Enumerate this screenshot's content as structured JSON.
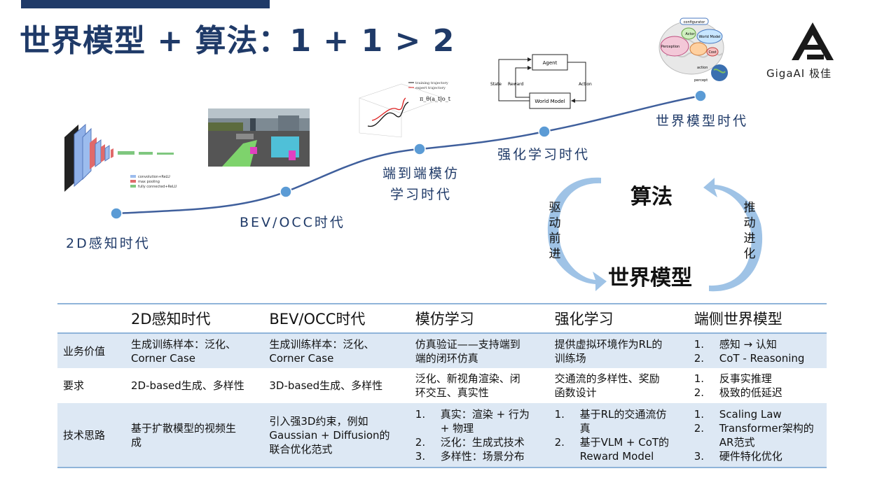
{
  "title": "世界模型 + 算法：1 + 1 > 2",
  "logo": {
    "text": "GigaAI 极佳"
  },
  "timeline": {
    "eras": [
      "2D感知时代",
      "BEV/OCC时代",
      "端到端模仿学习时代",
      "强化学习时代",
      "世界模型时代"
    ],
    "era_lines": [
      [
        "2D感知时代"
      ],
      [
        "BEV/OCC时代"
      ],
      [
        "端到端模仿",
        "学习时代"
      ],
      [
        "强化学习时代"
      ],
      [
        "世界模型时代"
      ]
    ],
    "line_color": "#3f5f9c",
    "dot_color": "#5b9bd5"
  },
  "rl_diagram": {
    "agent": "Agent",
    "world_model": "World Model",
    "state": "State",
    "reward": "Reward",
    "action": "Action"
  },
  "e2e_plot": {
    "legend1": "training trajectory",
    "legend2": "expert trajectory",
    "formula": "π_θ(a_t|o_t)"
  },
  "brain": {
    "labels": [
      "configurator",
      "World Model",
      "Perception",
      "Actor",
      "Cost",
      "action",
      "percept"
    ]
  },
  "cnn_legend": [
    "convolution+ReLU",
    "max pooling",
    "fully connected+ReLU"
  ],
  "cycle": {
    "top": "算法",
    "bottom": "世界模型",
    "left": "驱动前进",
    "right": "推动进化",
    "arrow_color": "#9fc3e6"
  },
  "table": {
    "headers": [
      "",
      "2D感知时代",
      "BEV/OCC时代",
      "模仿学习",
      "强化学习",
      "端侧世界模型"
    ],
    "rows": [
      {
        "label": "业务价值",
        "cells": [
          {
            "lines": [
              "生成训练样本：泛化、",
              "Corner Case"
            ]
          },
          {
            "lines": [
              "生成训练样本：泛化、",
              "Corner Case"
            ]
          },
          {
            "lines": [
              "仿真验证——支持端到",
              "端的闭环仿真"
            ]
          },
          {
            "lines": [
              "提供虚拟环境作为RL的",
              "训练场"
            ]
          },
          {
            "list": [
              [
                "1.",
                "感知 → 认知"
              ],
              [
                "2.",
                "CoT - Reasoning"
              ]
            ]
          }
        ]
      },
      {
        "label": "要求",
        "cells": [
          {
            "lines": [
              "2D-based生成、多样性"
            ]
          },
          {
            "lines": [
              "3D-based生成、多样性"
            ]
          },
          {
            "lines": [
              "泛化、新视角渲染、闭",
              "环交互、真实性"
            ]
          },
          {
            "lines": [
              "交通流的多样性、奖励",
              "函数设计"
            ]
          },
          {
            "list": [
              [
                "1.",
                "反事实推理"
              ],
              [
                "2.",
                "极致的低延迟"
              ]
            ]
          }
        ]
      },
      {
        "label": "技术思路",
        "cells": [
          {
            "lines": [
              "基于扩散模型的视频生",
              "成"
            ]
          },
          {
            "lines": [
              "引入强3D约束，例如",
              "Gaussian + Diffusion的",
              "联合优化范式"
            ]
          },
          {
            "list": [
              [
                "1.",
                "真实：渲染 + 行为"
              ],
              [
                "",
                "+ 物理"
              ],
              [
                "2.",
                "泛化：生成式技术"
              ],
              [
                "3.",
                "多样性：场景分布"
              ]
            ]
          },
          {
            "list": [
              [
                "1.",
                "基于RL的交通流仿"
              ],
              [
                "",
                "真"
              ],
              [
                "2.",
                "基于VLM + CoT的"
              ],
              [
                "",
                "Reward Model"
              ]
            ]
          },
          {
            "list": [
              [
                "1.",
                "Scaling Law"
              ],
              [
                "2.",
                "Transformer架构的"
              ],
              [
                "",
                "AR范式"
              ],
              [
                "3.",
                "硬件特化优化"
              ]
            ]
          }
        ]
      }
    ]
  }
}
